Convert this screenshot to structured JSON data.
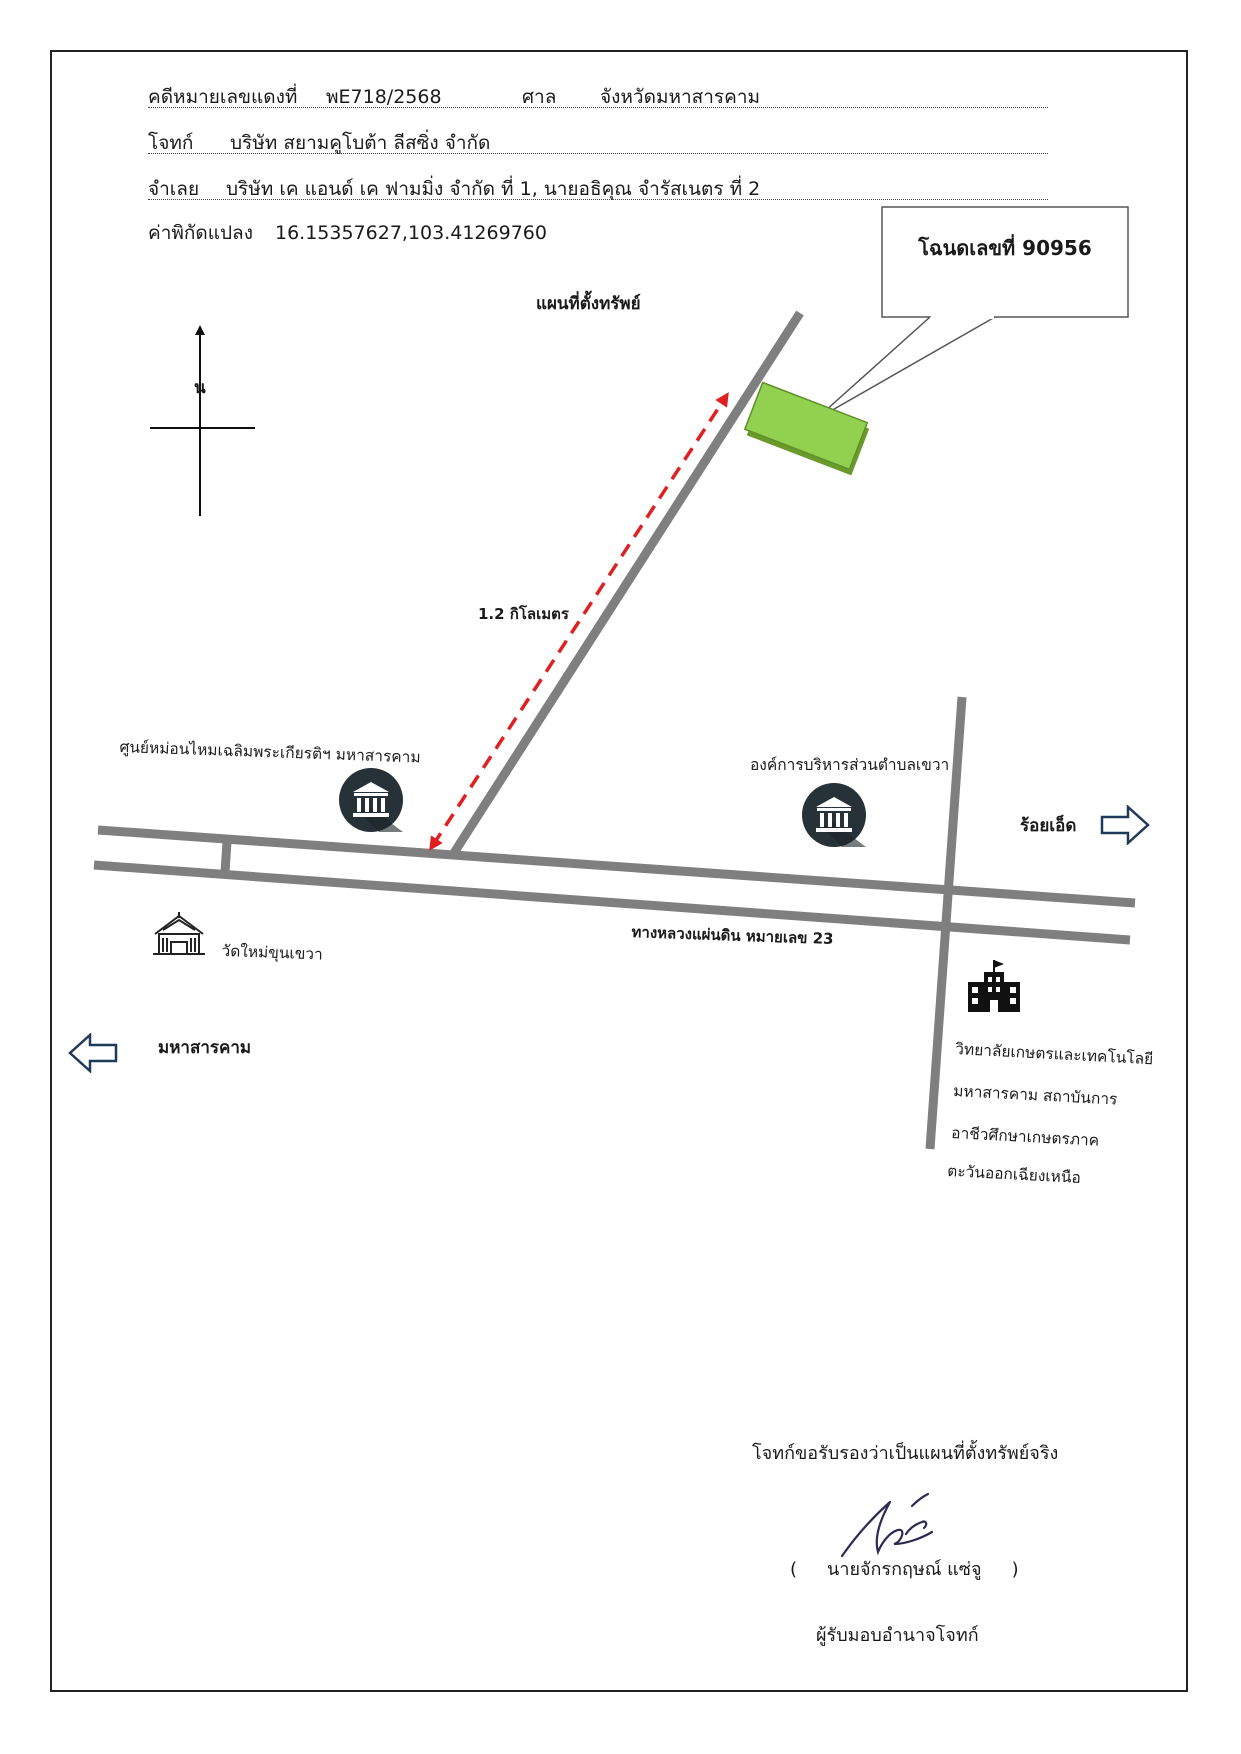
{
  "header": {
    "case_label": "คดีหมายเลขแดงที่",
    "case_no": "พE718/2568",
    "court_label": "ศาล",
    "court": "จังหวัดมหาสารคาม",
    "plaintiff_label": "โจทก์",
    "plaintiff": "บริษัท สยามคูโบต้า ลีสซิ่ง  จำกัด",
    "defendant_label": "จำเลย",
    "defendant": "บริษัท เค แอนด์ เค ฟามมิ่ง จำกัด  ที่ 1, นายอธิคุณ จำรัสเนตร ที่ 2",
    "coord_label": "ค่าพิกัดแปลง",
    "coords": "16.15357627,103.41269760"
  },
  "map": {
    "title": "แผนที่ตั้งทรัพย์",
    "deed_callout": "โฉนดเลขที่ 90956",
    "north": "น",
    "distance": "1.2 กิโลเมตร",
    "landmark_silk_center": "ศูนย์หม่อนไหมเฉลิมพระเกียรติฯ มหาสารคาม",
    "landmark_tao": "องค์การบริหารส่วนตำบลเขวา",
    "landmark_temple": "วัดใหม่ขุนเขวา",
    "highway": "ทางหลวงแผ่นดิน หมายเลข 23",
    "dir_east": "ร้อยเอ็ด",
    "dir_west": "มหาสารคาม",
    "college_line1": "วิทยาลัยเกษตรและเทคโนโลยี",
    "college_line2": "มหาสารคาม สถาบันการ",
    "college_line3": "อาชีวศึกษาเกษตรภาค",
    "college_line4": "ตะวันออกเฉียงเหนือ",
    "colors": {
      "road": "#7f7f7f",
      "parcel": "#92d050",
      "distance_arrow": "#e02020",
      "icon_circle": "#263238"
    }
  },
  "signature": {
    "certify": "โจทก์ขอรับรองว่าเป็นแผนที่ตั้งทรัพย์จริง",
    "paren_open": "(",
    "name": "นายจักรกฤษณ์ แซ่จู",
    "paren_close": ")",
    "role": "ผู้รับมอบอำนาจโจทก์"
  }
}
